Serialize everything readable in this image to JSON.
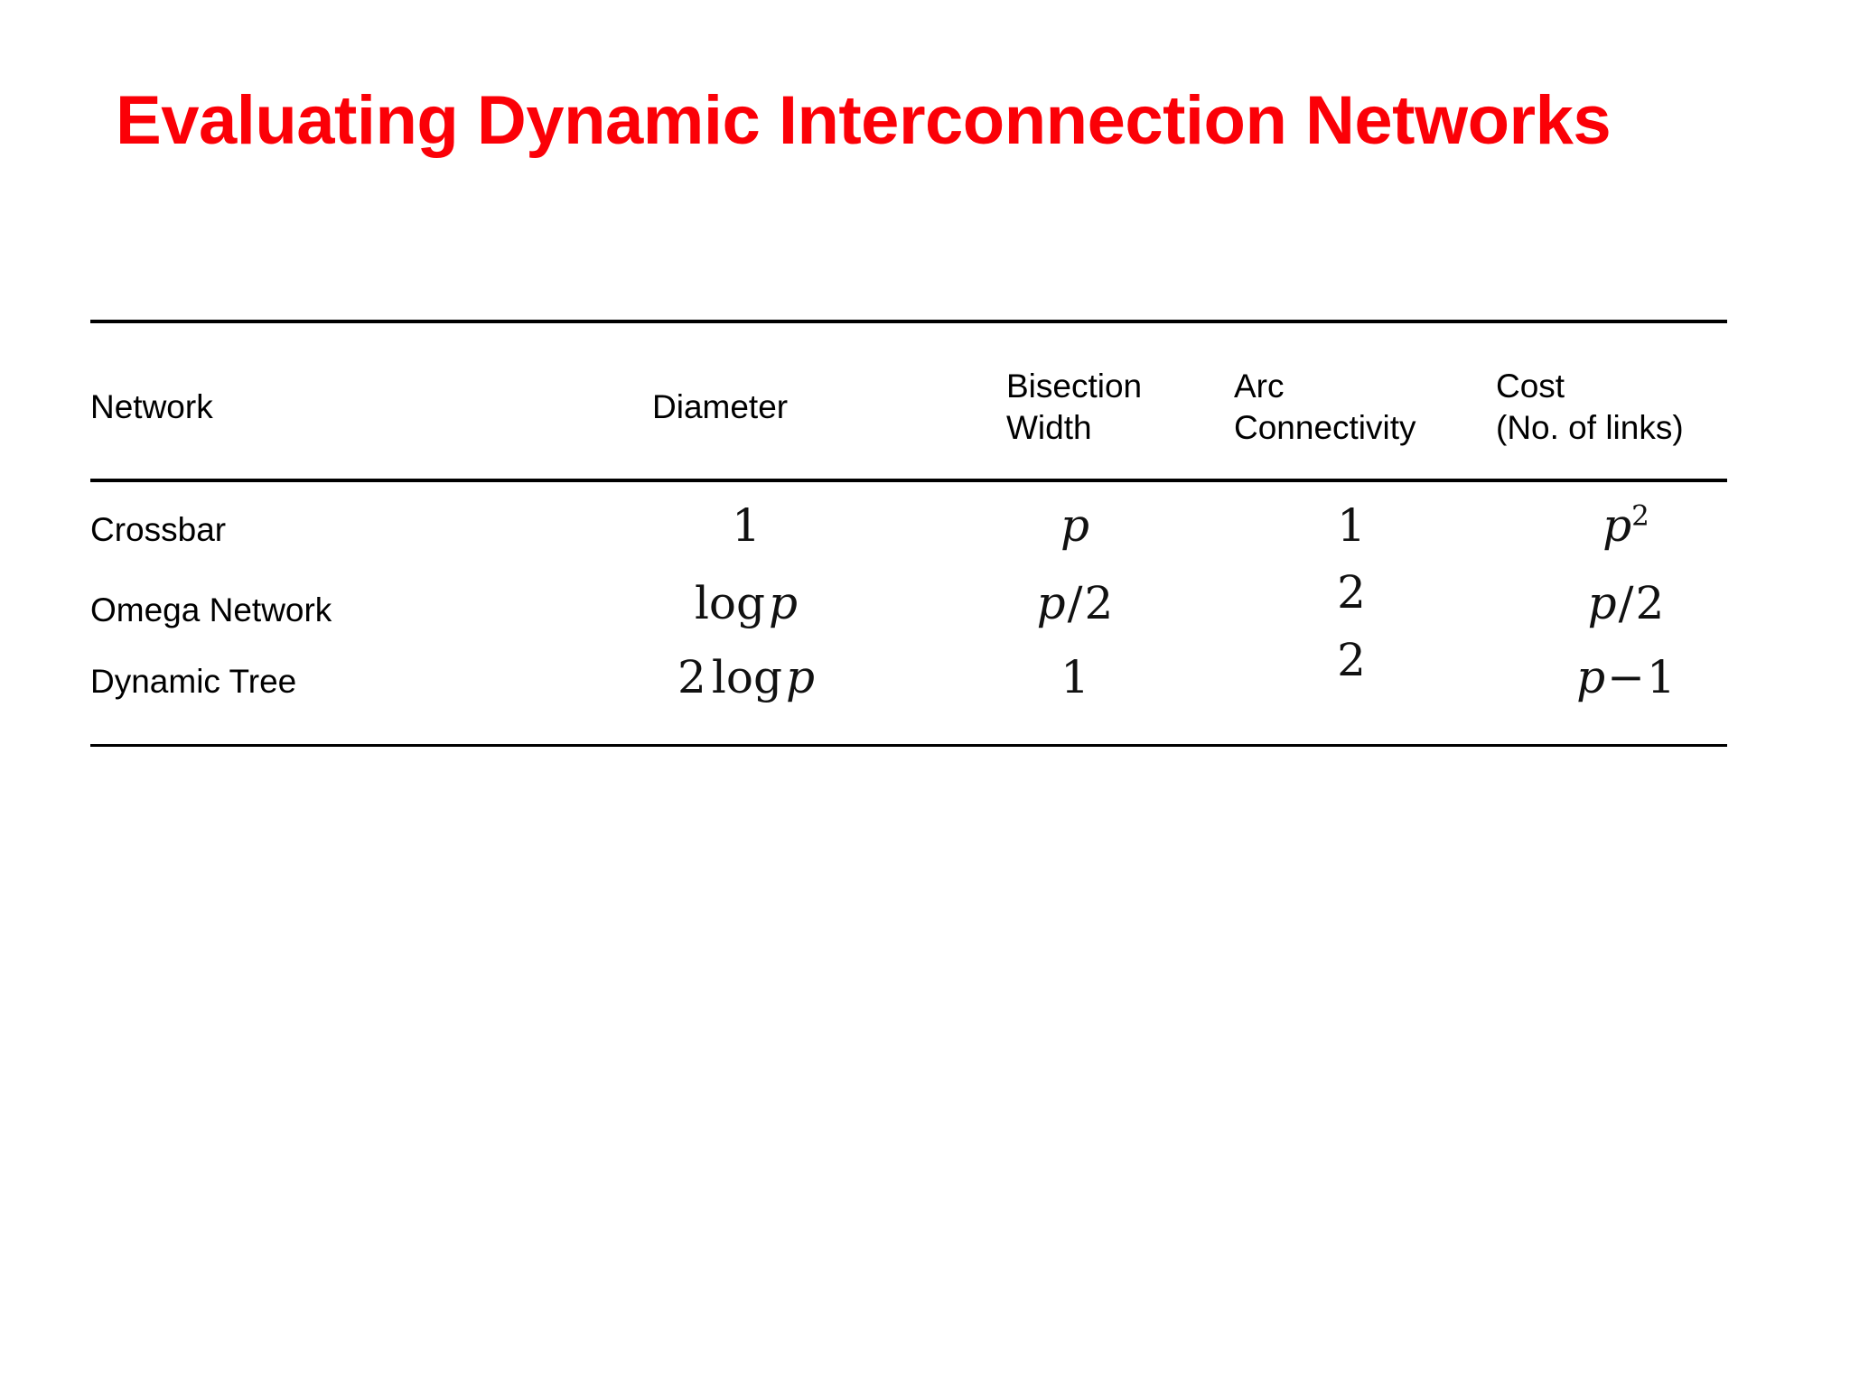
{
  "slide": {
    "title": "Evaluating Dynamic Interconnection Networks",
    "title_color": "#fb0007",
    "background_color": "#ffffff",
    "text_color": "#000000"
  },
  "table": {
    "columns": [
      {
        "id": "network",
        "header": "Network"
      },
      {
        "id": "diameter",
        "header": "Diameter"
      },
      {
        "id": "bisection",
        "header": "Bisection\nWidth"
      },
      {
        "id": "arc",
        "header": "Arc\nConnectivity"
      },
      {
        "id": "cost",
        "header": "Cost\n(No. of links)"
      }
    ],
    "rows": [
      {
        "network": "Crossbar",
        "diameter": {
          "coef": "",
          "fn": "",
          "var": "1",
          "sup": "",
          "op": "",
          "rhs": ""
        },
        "diameter_text": "1",
        "bisection_text": "p",
        "arc_text": "1",
        "cost_text": "p²"
      },
      {
        "network": "Omega Network",
        "diameter_text": "log p",
        "bisection_text": "p/2",
        "arc_text": "2",
        "cost_text": "p/2"
      },
      {
        "network": "Dynamic Tree",
        "diameter_text": "2 log p",
        "bisection_text": "1",
        "arc_text": "2",
        "cost_text": "p − 1"
      }
    ],
    "math_parts": {
      "crossbar": {
        "diameter": {
          "num": "1"
        },
        "bisection": {
          "var": "p"
        },
        "arc": {
          "num": "1"
        },
        "cost": {
          "var": "p",
          "sup": "2"
        }
      },
      "omega": {
        "diameter": {
          "fn": "log",
          "var": "p"
        },
        "bisection": {
          "var": "p",
          "op": "/",
          "num": "2"
        },
        "arc": {
          "num": "2"
        },
        "cost": {
          "var": "p",
          "op": "/",
          "num": "2"
        }
      },
      "tree": {
        "diameter": {
          "coef": "2",
          "fn": "log",
          "var": "p"
        },
        "bisection": {
          "num": "1"
        },
        "arc": {
          "num": "2"
        },
        "cost": {
          "var": "p",
          "op": "−",
          "num": "1"
        }
      }
    }
  }
}
